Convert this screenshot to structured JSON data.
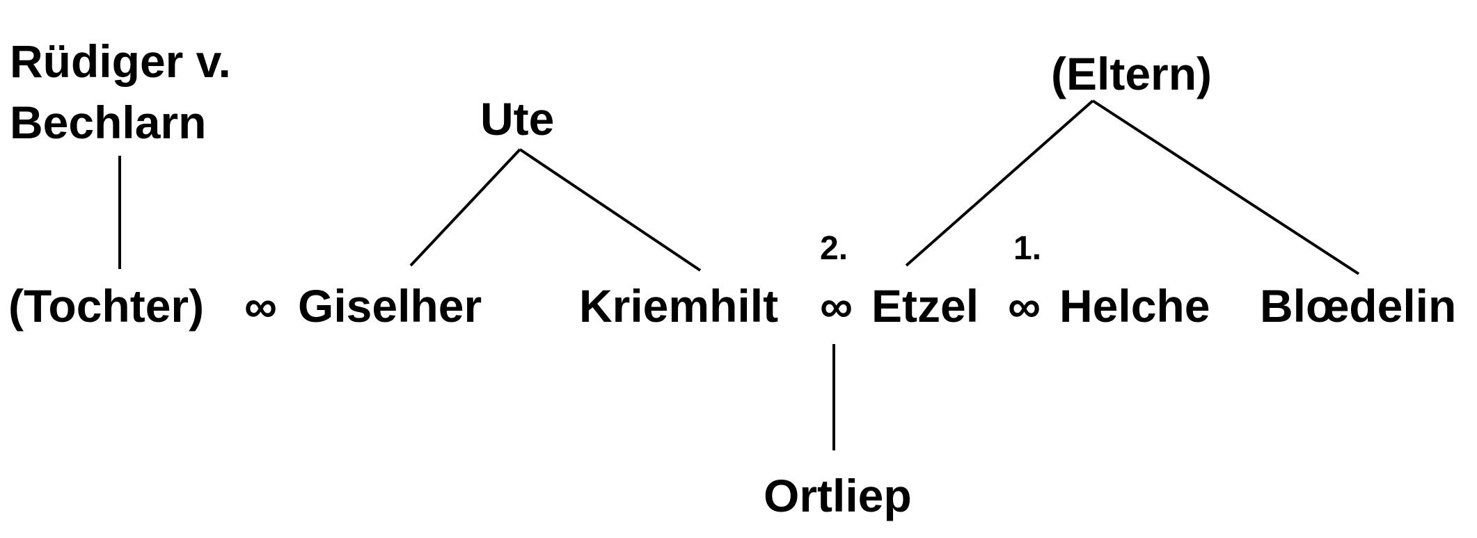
{
  "diagram": {
    "nodes": {
      "ruediger_line1": "Rüdiger v.",
      "ruediger_line2": "Bechlarn",
      "ute": "Ute",
      "eltern": "(Eltern)",
      "tochter": "(Tochter)",
      "giselher": "Giselher",
      "kriemhilt": "Kriemhilt",
      "etzel": "Etzel",
      "helche": "Helche",
      "bloedelin": "Blœdelin",
      "ortliep": "Ortliep"
    },
    "marriage_symbol": "∞",
    "marriage_order": {
      "second": "2.",
      "first": "1."
    }
  }
}
